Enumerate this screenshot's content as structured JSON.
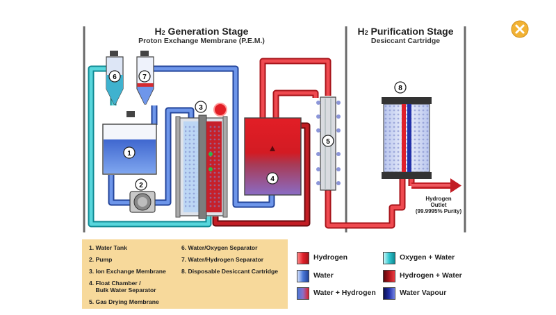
{
  "titles": {
    "generation": "Generation Stage",
    "generation_sub": "Proton Exchange Membrane (P.E.M.)",
    "purification": "Purification Stage",
    "purification_sub": "Desiccant Cartridge",
    "h2_prefix": "H",
    "h2_sub": "2"
  },
  "component_numbers": [
    "1",
    "2",
    "3",
    "4",
    "5",
    "6",
    "7",
    "8"
  ],
  "outlet": {
    "line1": "Hydrogen",
    "line2": "Outlet",
    "line3": "(99.9995% Purity)"
  },
  "key": {
    "left": [
      "1. Water Tank",
      "2. Pump",
      "3. Ion Exchange Membrane",
      "4. Float Chamber /\n    Bulk Water Separator",
      "5. Gas Drying Membrane"
    ],
    "right": [
      "6. Water/Oxygen Separator",
      "7. Water/Hydrogen Separator",
      "8. Disposable Desiccant Cartridge"
    ]
  },
  "legend": [
    {
      "label": "Hydrogen",
      "color": "#e0202a",
      "style": "hydrogen"
    },
    {
      "label": "Water",
      "color": "#4a78d8",
      "style": "water"
    },
    {
      "label": "Water + Hydrogen",
      "color": "#7a6bc8",
      "style": "water-hydrogen"
    },
    {
      "label": "Oxygen + Water",
      "color": "#2fc6cf",
      "style": "oxygen-water"
    },
    {
      "label": "Hydrogen + Water",
      "color": "#b0151c",
      "style": "hydrogen-water"
    },
    {
      "label": "Water Vapour",
      "color": "#2230a8",
      "style": "vapour"
    }
  ],
  "colors": {
    "hydrogen": "#e0202a",
    "water": "#4a78d8",
    "oxygen_water": "#2fc6cf",
    "divider": "#6a6a6a",
    "key_bg": "#f7d99b",
    "close": "#f2b234"
  },
  "icons": {
    "close": "close-icon"
  }
}
